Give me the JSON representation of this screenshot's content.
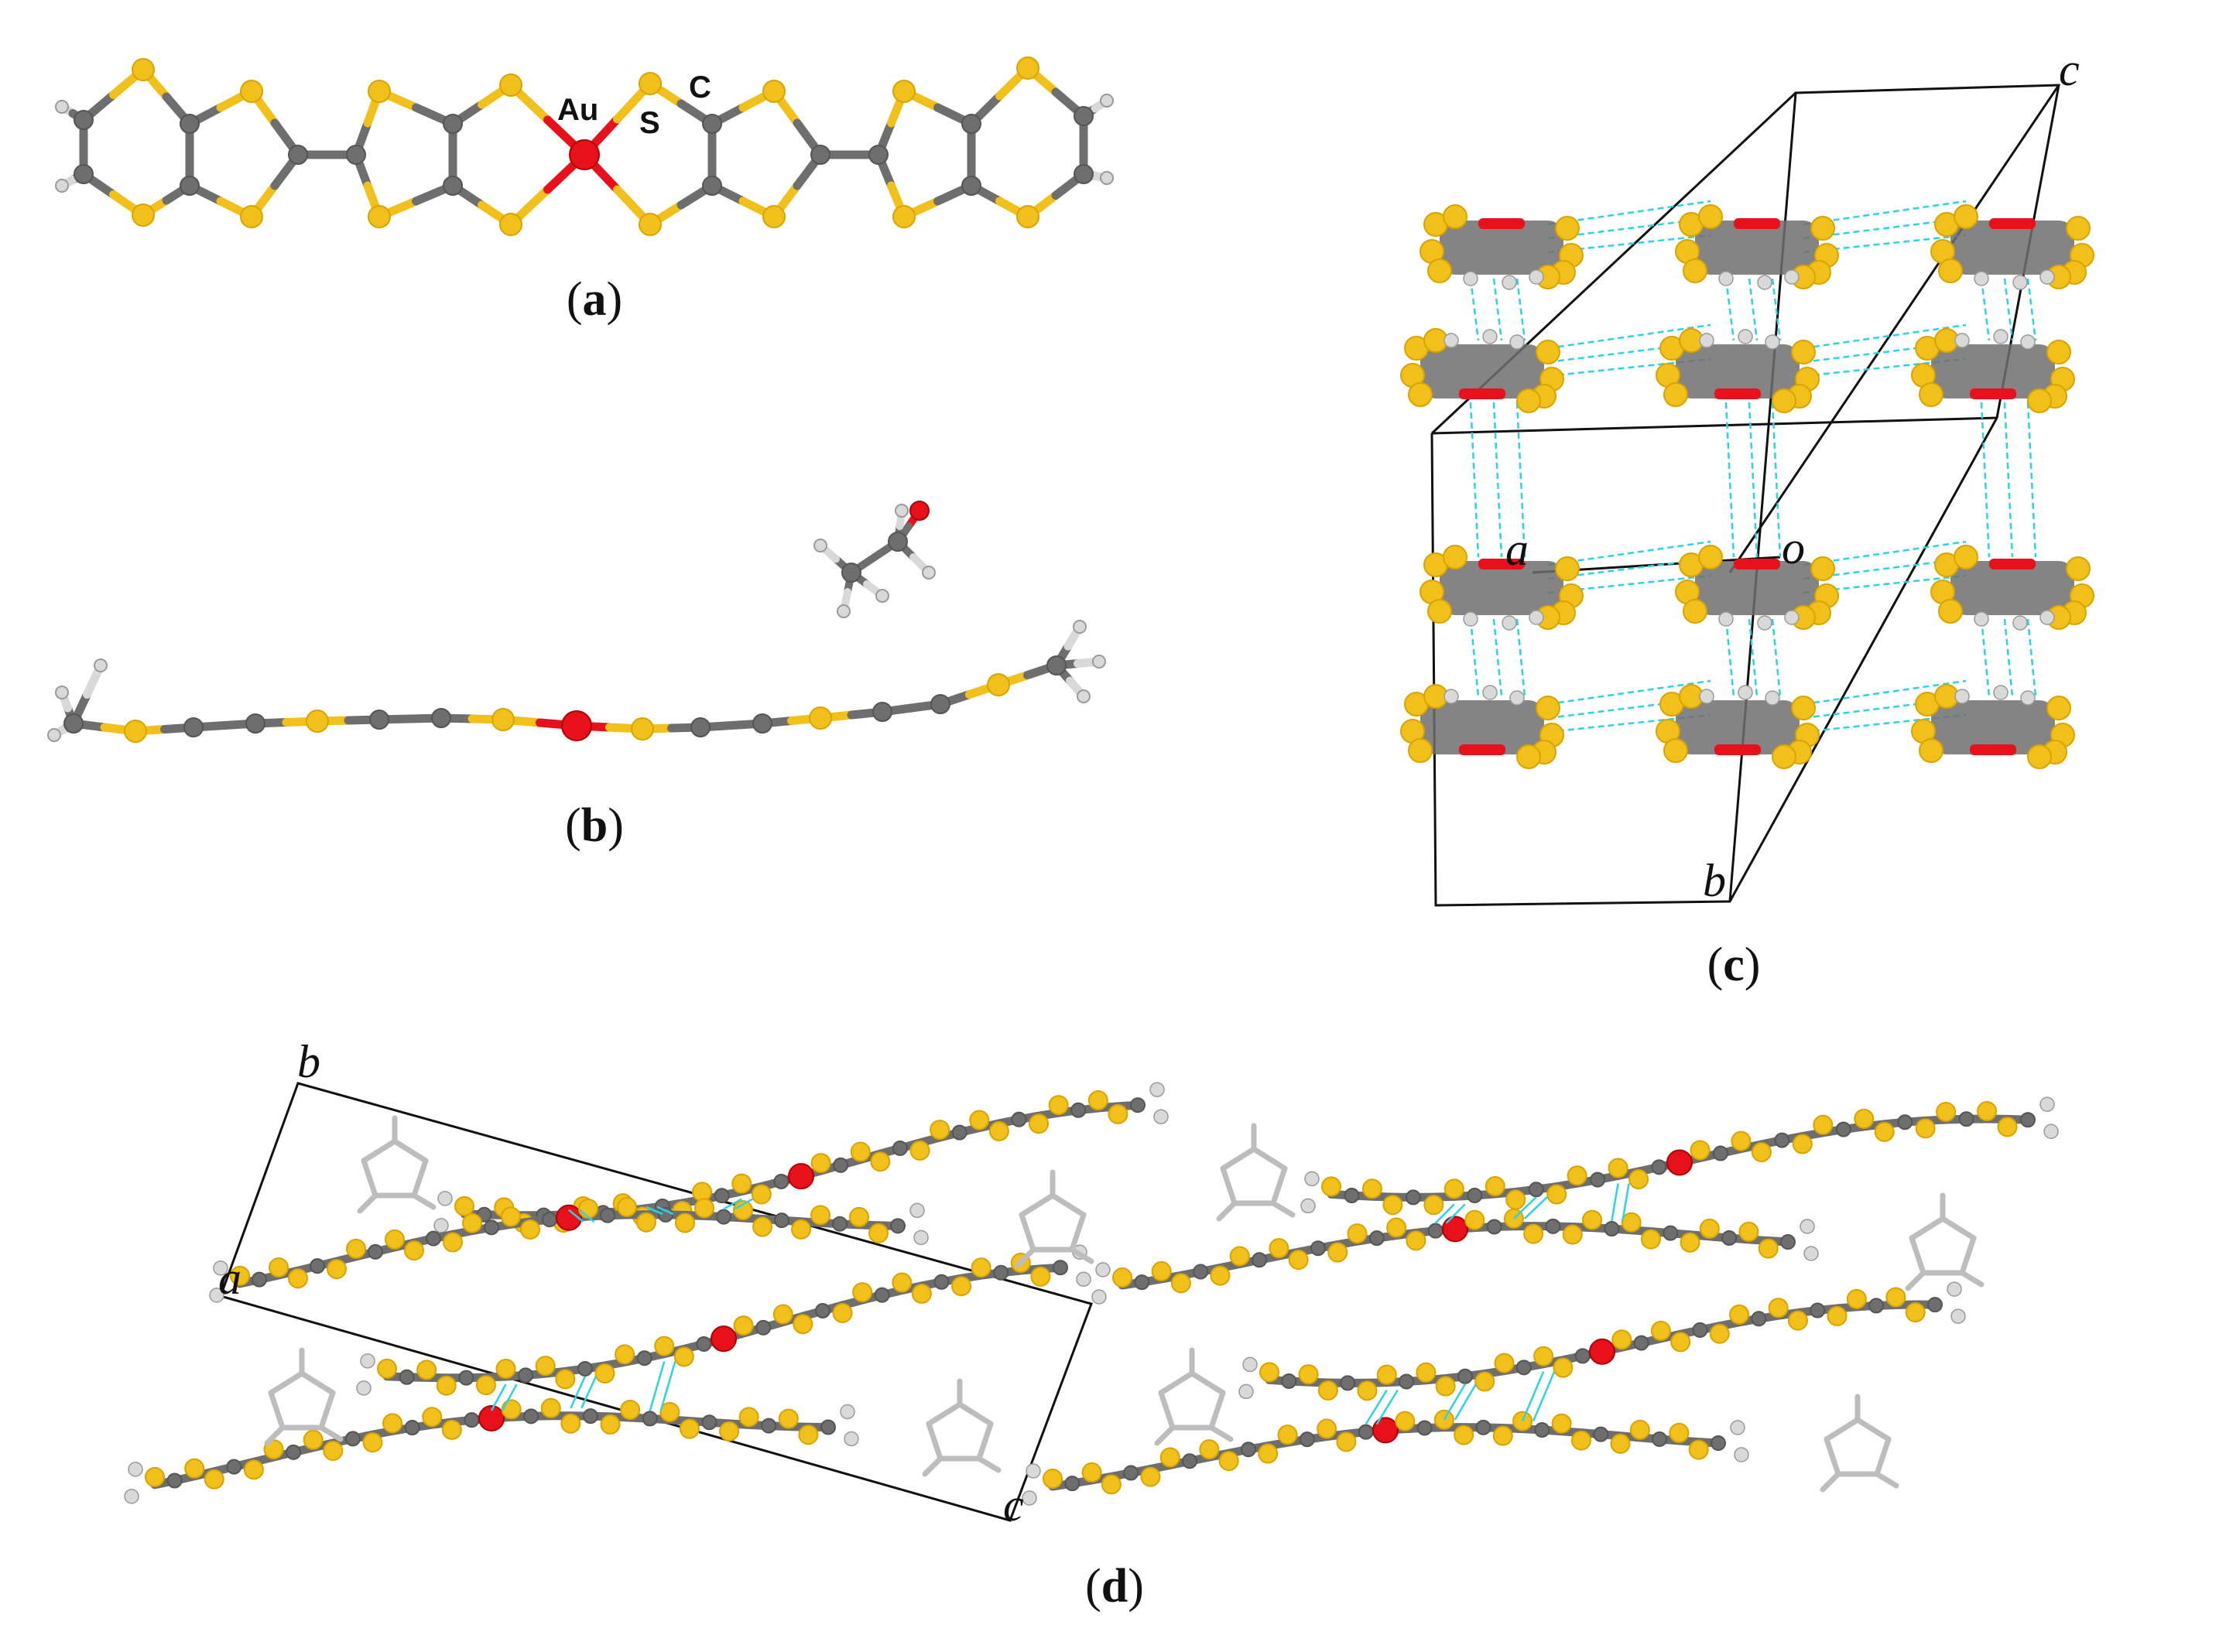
{
  "colors": {
    "sulfur": "#f2c01b",
    "sulfur_dark": "#d9a400",
    "carbon": "#6e6e6e",
    "carbon_dark": "#555555",
    "hydrogen": "#d9d9d9",
    "gold": "#e8101a",
    "oxygen": "#e8101a",
    "contact": "#2ad3e6",
    "cell": "#111111",
    "solvent": "#bdbdbd"
  },
  "panels": {
    "a": {
      "caption_open": "(",
      "caption_letter": "a",
      "caption_close": ")",
      "atom_labels": {
        "au": "Au",
        "s": "S",
        "c": "C"
      }
    },
    "b": {
      "caption_open": "(",
      "caption_letter": "b",
      "caption_close": ")"
    },
    "c": {
      "caption_open": "(",
      "caption_letter": "c",
      "caption_close": ")",
      "axis_labels": {
        "c": "c",
        "a": "a",
        "o": "o",
        "b": "b"
      }
    },
    "d": {
      "caption_open": "(",
      "caption_letter": "d",
      "caption_close": ")",
      "axis_labels": {
        "b": "b",
        "a": "a",
        "c": "c"
      }
    }
  }
}
